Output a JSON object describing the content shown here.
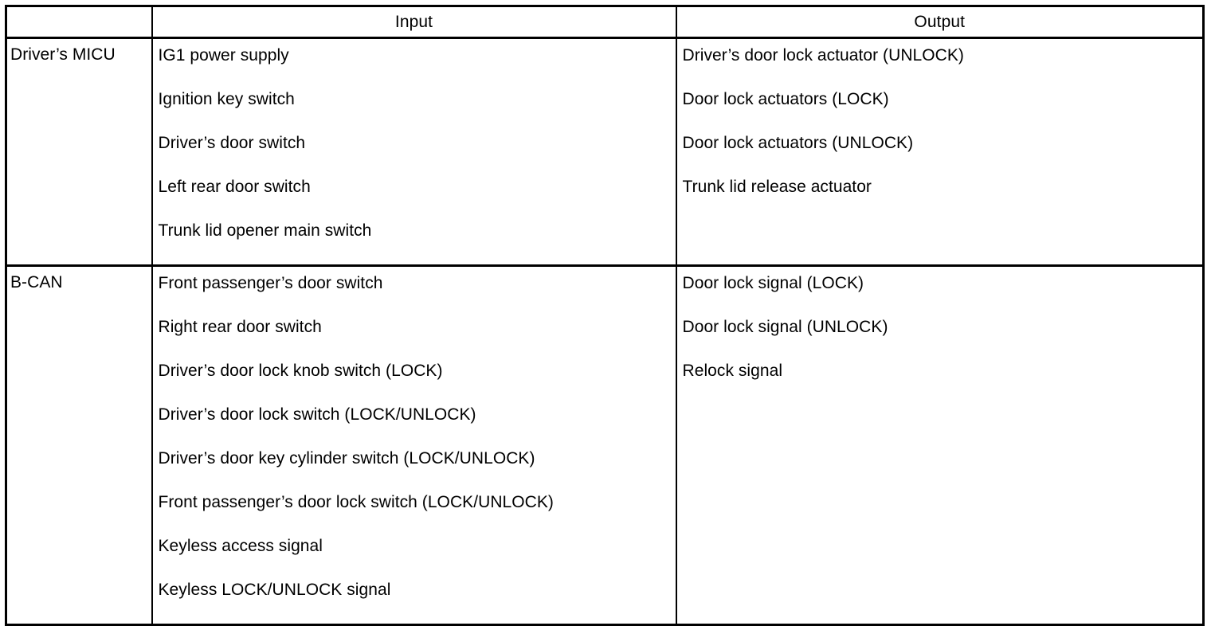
{
  "table": {
    "columns": [
      {
        "key": "module",
        "label": ""
      },
      {
        "key": "input",
        "label": "Input"
      },
      {
        "key": "output",
        "label": "Output"
      }
    ],
    "sections": [
      {
        "module": "Driver’s MICU",
        "inputs": [
          "IG1 power supply",
          "Ignition key switch",
          "Driver’s door switch",
          "Left rear door switch",
          "Trunk lid opener main switch"
        ],
        "outputs": [
          "Driver’s door lock actuator (UNLOCK)",
          "Door lock actuators (LOCK)",
          "Door lock actuators (UNLOCK)",
          "Trunk lid release actuator"
        ]
      },
      {
        "module": "B-CAN",
        "inputs": [
          "Front passenger’s door switch",
          "Right rear door switch",
          "Driver’s door lock knob switch (LOCK)",
          "Driver’s door lock switch (LOCK/UNLOCK)",
          "Driver’s door key cylinder switch (LOCK/UNLOCK)",
          "Front passenger’s door lock switch (LOCK/UNLOCK)",
          "Keyless access signal",
          "Keyless LOCK/UNLOCK signal"
        ],
        "outputs": [
          "Door lock signal (LOCK)",
          "Door lock signal (UNLOCK)",
          "Relock signal"
        ]
      }
    ]
  },
  "colors": {
    "border": "#000000",
    "text": "#000000",
    "background": "#ffffff"
  }
}
